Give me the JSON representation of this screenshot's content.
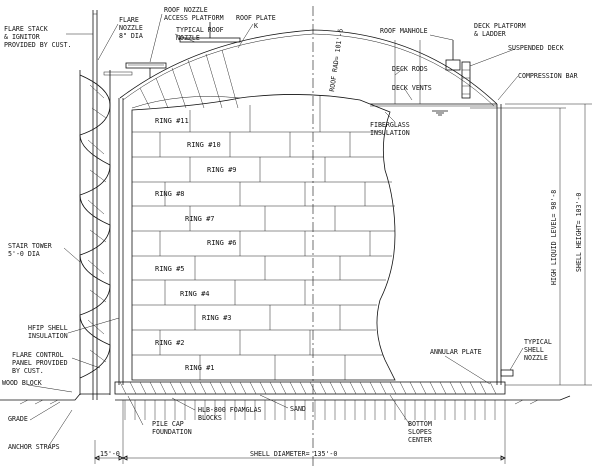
{
  "labels": {
    "flare_stack": [
      "FLARE STACK",
      "& IGNITOR",
      "PROVIDED BY CUST."
    ],
    "flare_nozzle": [
      "FLARE",
      "NOZZLE",
      "8\" DIA"
    ],
    "roof_nozzle_platform": [
      "ROOF NOZZLE",
      "ACCESS PLATFORM"
    ],
    "typical_roof_nozzle": [
      "TYPICAL ROOF",
      "NOZZLE"
    ],
    "roof_plate": [
      "ROOF PLATE",
      "K"
    ],
    "roof_manhole": "ROOF MANHOLE",
    "deck_platform": [
      "DECK PLATFORM",
      "& LADDER"
    ],
    "suspended_deck": "SUSPENDED DECK",
    "compression_bar": "COMPRESSION BAR",
    "deck_rods": "DECK RODS",
    "deck_vents": "DECK VENTS",
    "roof_rad": "ROOF RAD= 101'-6",
    "fiberglass": [
      "FIBERGLASS",
      "INSULATION"
    ],
    "stair_tower": [
      "STAIR TOWER",
      "5'-0 DIA"
    ],
    "hfip_shell": [
      "HFIP SHELL",
      "INSULATION"
    ],
    "flare_control": [
      "FLARE CONTROL",
      "PANEL PROVIDED",
      "BY CUST."
    ],
    "wood_block": "WOOD BLOCK",
    "grade": "GRADE",
    "anchor_straps": "ANCHOR STRAPS",
    "pile_cap": [
      "PILE CAP",
      "FOUNDATION"
    ],
    "hlb_blocks": [
      "HLB-800 FOAMGLAS",
      "BLOCKS"
    ],
    "sand": "SAND",
    "bottom_slopes": [
      "BOTTOM",
      "SLOPES",
      "CENTER"
    ],
    "annular_plate": "ANNULAR PLATE",
    "typical_shell_nozzle": [
      "TYPICAL",
      "SHELL",
      "NOZZLE"
    ],
    "high_liquid_level": "HIGH LIQUID LEVEL= 98'-8",
    "shell_height": "SHELL HEIGHT= 103'-0",
    "dim_15": "15'-0",
    "shell_diameter": "SHELL DIAMETER= 135'-0"
  },
  "rings": [
    "RING #11",
    "RING #10",
    "RING #9",
    "RING #8",
    "RING #7",
    "RING #6",
    "RING #5",
    "RING #4",
    "RING #3",
    "RING #2",
    "RING #1"
  ]
}
